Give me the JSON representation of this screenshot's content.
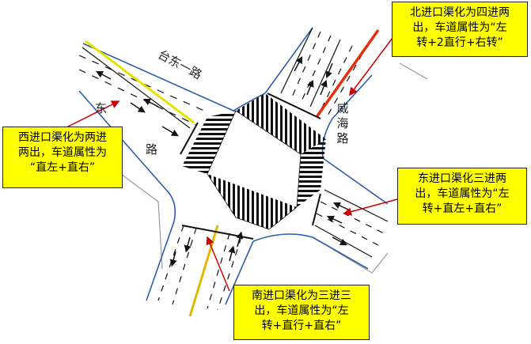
{
  "roads": {
    "taidong_label": "台东一路",
    "weihai_chars": [
      "威",
      "海",
      "路"
    ],
    "west_char_1": "东",
    "west_char_2": "路"
  },
  "callouts": {
    "north": [
      "北进口渠化为四进两",
      "出，车道属性为“左",
      "转+2直行+右转”"
    ],
    "west": [
      "西进口渠化为两进",
      "两出，车道属性为",
      "“直左+直右”"
    ],
    "east": [
      "东进口渠化三进两",
      "出，车道属性为“左",
      "转+直左+直右”"
    ],
    "south": [
      "南进口渠化为三进三",
      "出，车道属性为“左",
      "转+直行+直右”"
    ]
  },
  "colors": {
    "callout_fill": "#ffff00",
    "leader_line": "#cc0000",
    "curb": "#2a5fa8",
    "yellow_median": "#e8e000",
    "red_median": "#e03010",
    "south_median": "#e0b800"
  }
}
